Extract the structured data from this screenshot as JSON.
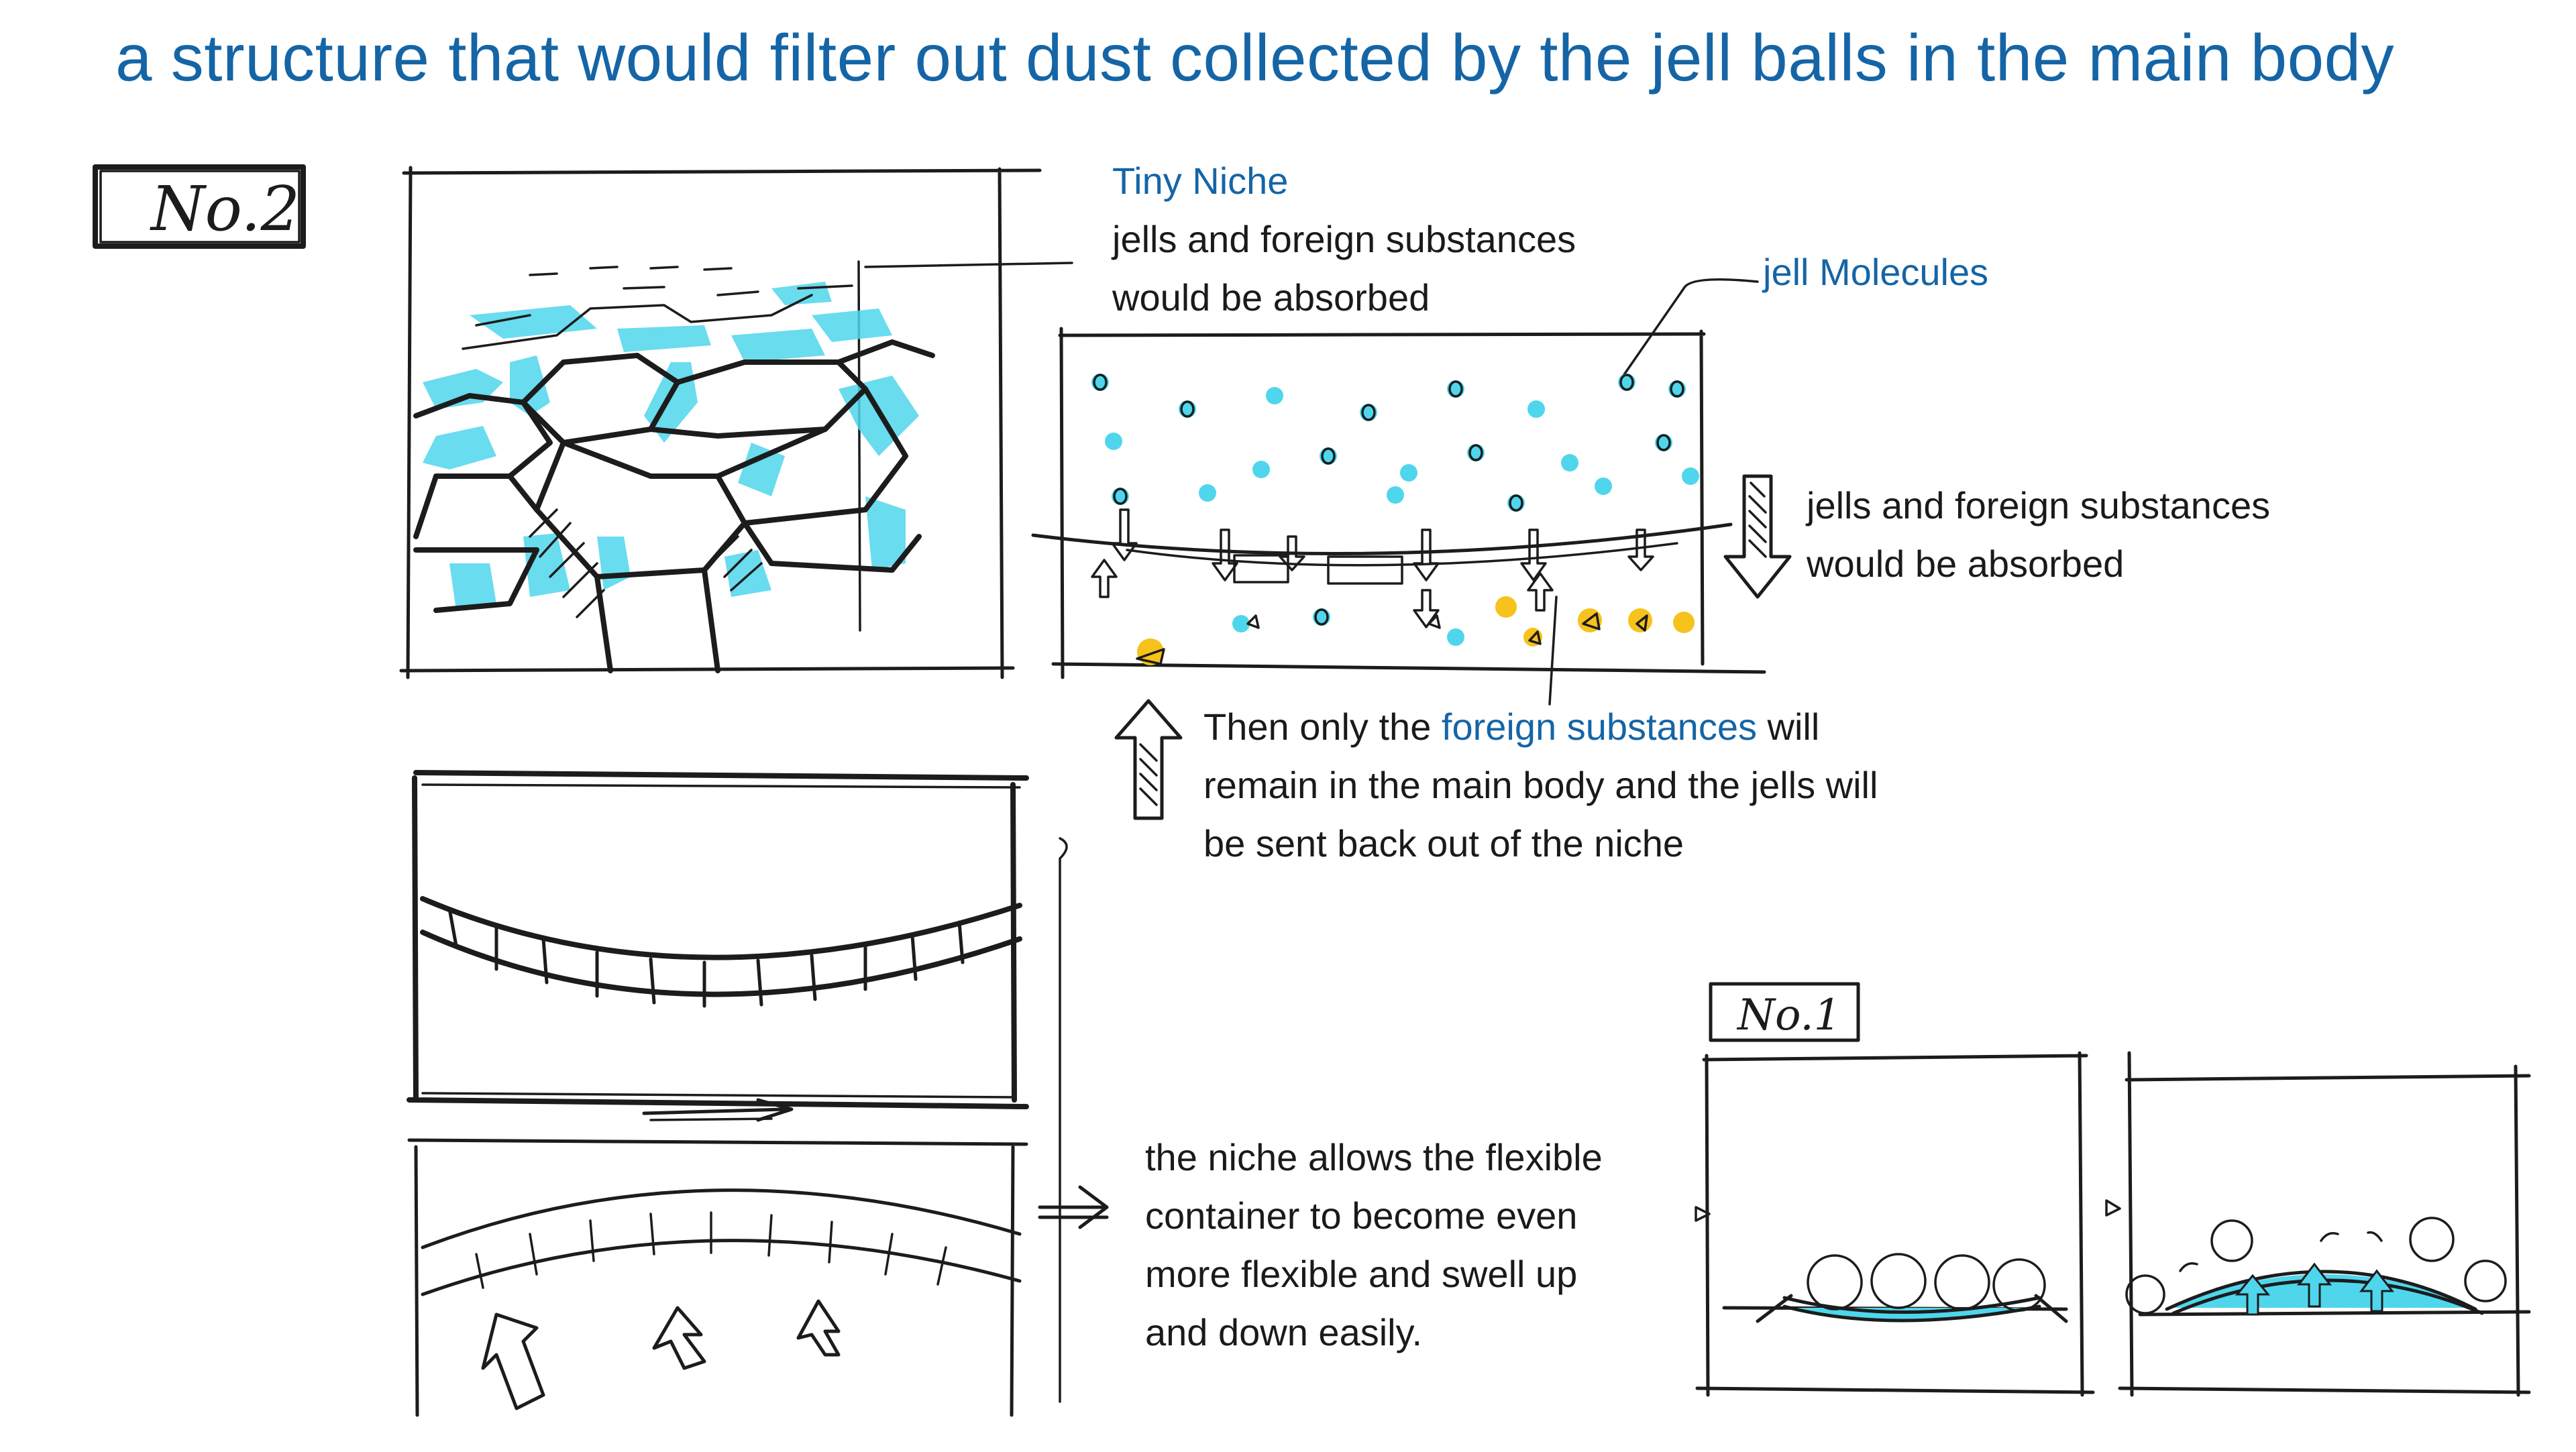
{
  "title": "a structure that would filter out dust collected by the jell balls in the main body",
  "labels": {
    "no2": "No.2",
    "no1": "No.1"
  },
  "annotations": {
    "tiny_niche": "Tiny Niche",
    "tiny_niche_line1": "jells and foreign substances",
    "tiny_niche_line2": "would be absorbed",
    "jell_molecules": "jell Molecules",
    "right_line1": "jells and foreign substances",
    "right_line2": "would be absorbed",
    "then_line1_a": "Then only the ",
    "then_line1_b": "foreign substances",
    "then_line1_c": " will",
    "then_line2": "remain in the main body and the jells will",
    "then_line3": "be sent back out of the niche",
    "niche_line1": "the niche allows the flexible",
    "niche_line2": "container to become even",
    "niche_line3": "more flexible and swell up",
    "niche_line4": "and down easily."
  },
  "colors": {
    "title_blue": "#1565a6",
    "jell_cyan": "#4fd6ec",
    "dust_yellow": "#f6c21c",
    "ink": "#1c1c1c"
  }
}
